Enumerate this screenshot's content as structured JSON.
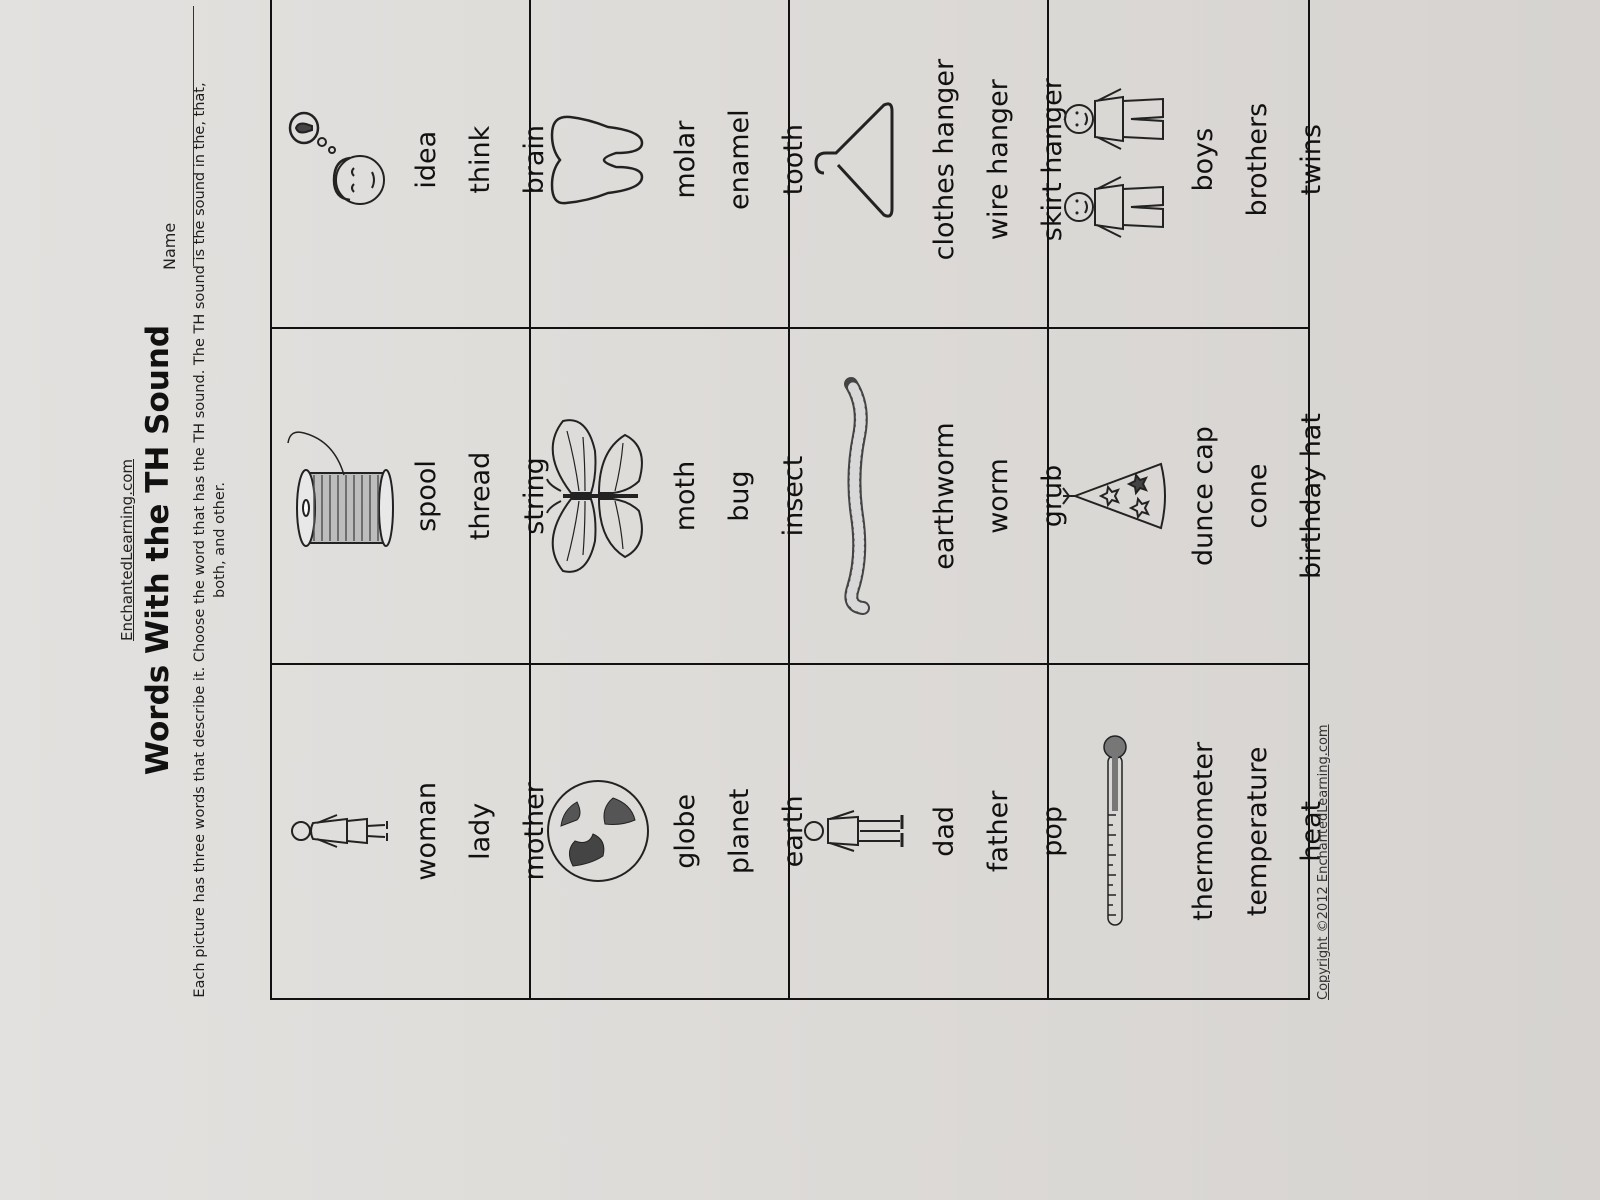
{
  "header": {
    "site": "EnchantedLearning.com",
    "title": "Words With the TH Sound",
    "name_label": "Name",
    "instructions": "Each picture has three words that describe it. Choose the word that has the TH sound. The TH sound is the sound in the, that, both, and other."
  },
  "cells": [
    {
      "icon": "woman-icon",
      "words": [
        "woman",
        "lady",
        "mother"
      ]
    },
    {
      "icon": "spool-icon",
      "words": [
        "spool",
        "thread",
        "string"
      ]
    },
    {
      "icon": "thinking-person-icon",
      "words": [
        "idea",
        "think",
        "brain"
      ]
    },
    {
      "icon": "globe-icon",
      "words": [
        "globe",
        "planet",
        "earth"
      ]
    },
    {
      "icon": "moth-icon",
      "words": [
        "moth",
        "bug",
        "insect"
      ]
    },
    {
      "icon": "tooth-icon",
      "words": [
        "molar",
        "enamel",
        "tooth"
      ]
    },
    {
      "icon": "man-icon",
      "words": [
        "dad",
        "father",
        "pop"
      ]
    },
    {
      "icon": "earthworm-icon",
      "words": [
        "earthworm",
        "worm",
        "grub"
      ]
    },
    {
      "icon": "hanger-icon",
      "words": [
        "clothes hanger",
        "wire hanger",
        "skirt hanger"
      ]
    },
    {
      "icon": "thermometer-icon",
      "words": [
        "thermometer",
        "temperature",
        "heat"
      ]
    },
    {
      "icon": "party-hat-icon",
      "words": [
        "dunce cap",
        "cone",
        "birthday hat"
      ]
    },
    {
      "icon": "twin-boys-icon",
      "words": [
        "boys",
        "brothers",
        "twins"
      ]
    }
  ],
  "footer": {
    "copyright": "Copyright ©2012 EnchantedLearning.com"
  }
}
